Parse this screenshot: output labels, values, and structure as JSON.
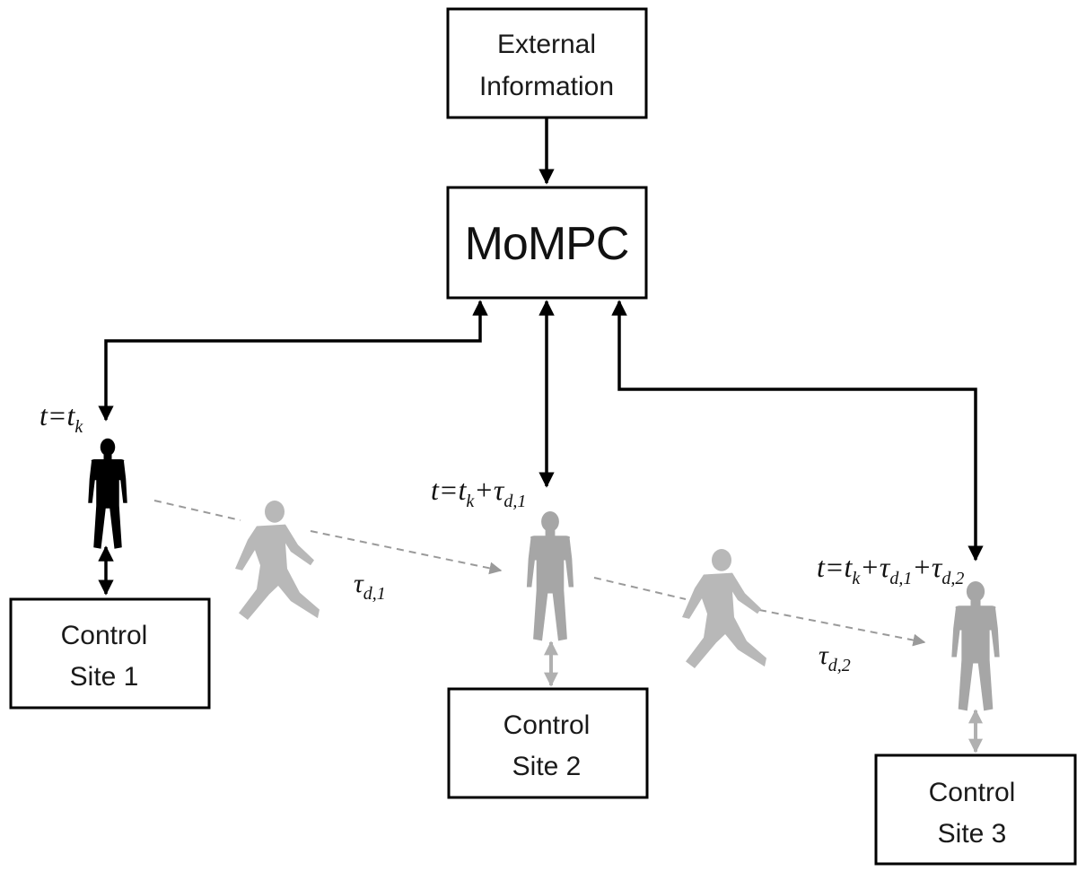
{
  "boxes": {
    "external_line1": "External",
    "external_line2": "Information",
    "mompc": "MoMPC",
    "site1_line1": "Control",
    "site1_line2": "Site 1",
    "site2_line1": "Control",
    "site2_line2": "Site 2",
    "site3_line1": "Control",
    "site3_line2": "Site 3"
  },
  "time_labels": {
    "site1": {
      "t": "t",
      "eq": "=",
      "tk": "t",
      "k": "k"
    },
    "site2": {
      "t": "t",
      "eq": "=",
      "tk": "t",
      "k": "k",
      "plus1": "+",
      "tau1": "τ",
      "tau1_sub": "d,1"
    },
    "site3": {
      "t": "t",
      "eq": "=",
      "tk": "t",
      "k": "k",
      "plus1": "+",
      "tau1": "τ",
      "tau1_sub": "d,1",
      "plus2": "+",
      "tau2": "τ",
      "tau2_sub": "d,2"
    }
  },
  "transit_labels": {
    "tau1": "τ",
    "tau1_sub": "d,1",
    "tau2": "τ",
    "tau2_sub": "d,2"
  },
  "colors": {
    "active_operator": "#000000",
    "inactive_operator": "#a6a6a6",
    "walking_operator": "#b8b8b8",
    "path": "#9a9a9a"
  },
  "icons": {
    "operator_site1": "standing-person-icon",
    "operator_site2": "standing-person-icon",
    "operator_site3": "standing-person-icon",
    "walking_1": "walking-person-icon",
    "walking_2": "walking-person-icon"
  }
}
